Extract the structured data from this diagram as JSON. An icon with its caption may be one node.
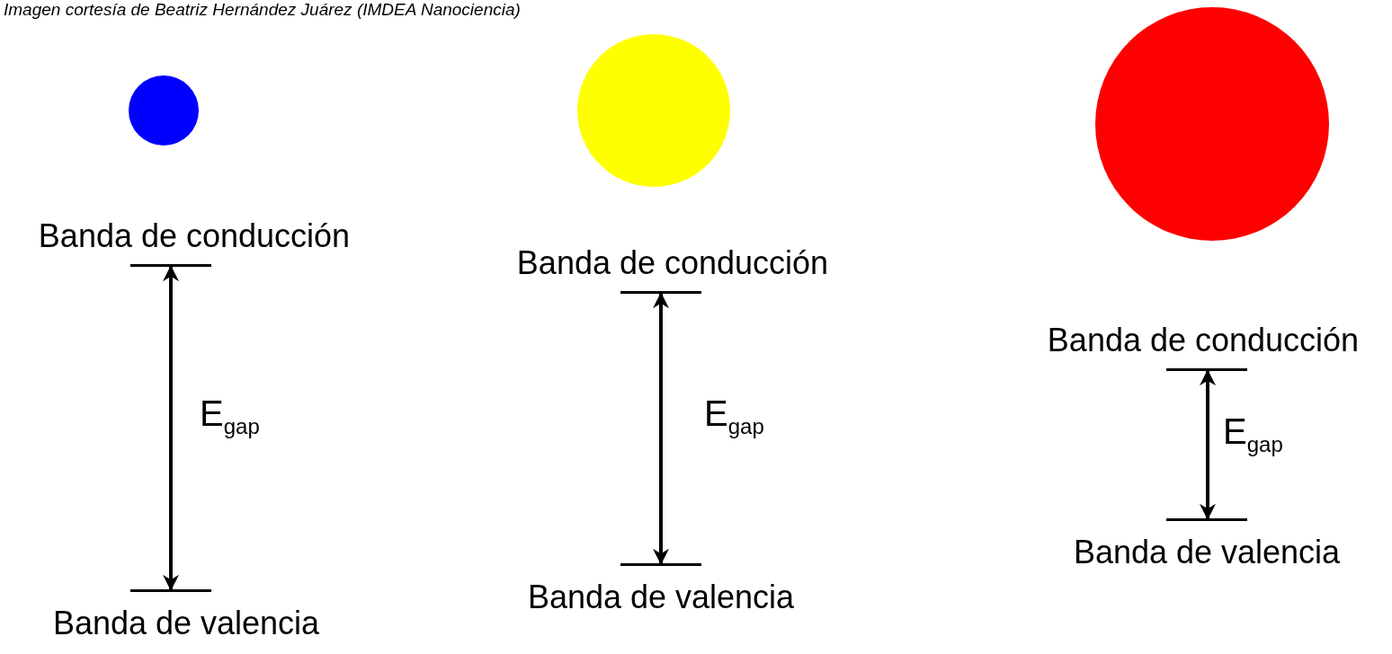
{
  "diagram": {
    "caption": "Imagen cortesía de Beatriz Hernández Juárez (IMDEA Nanociencia)",
    "nodes": [
      {
        "text": [],
        "shape": "circle"
      },
      {
        "text": [],
        "shape": "bar",
        "beside": [
          "Banda de conducción"
        ]
      },
      {
        "text": [],
        "shape": "bar",
        "beside": [
          "Banda de valencia"
        ]
      },
      {
        "text": [],
        "shape": "circle"
      },
      {
        "text": [],
        "shape": "bar",
        "beside": [
          "Banda de conducción"
        ]
      },
      {
        "text": [],
        "shape": "bar",
        "beside": [
          "Banda de valencia"
        ]
      },
      {
        "text": [],
        "shape": "circle"
      },
      {
        "text": [],
        "shape": "bar",
        "beside": [
          "Banda de conducción"
        ]
      },
      {
        "text": [],
        "shape": "bar",
        "beside": [
          "Banda de valencia"
        ]
      }
    ],
    "edges": [
      {
        "from": 1,
        "to": 2,
        "arrow": "both",
        "label": "E$_{gap}$"
      },
      {
        "from": 4,
        "to": 5,
        "arrow": "both",
        "label": "E$_{gap}$"
      },
      {
        "from": 7,
        "to": 8,
        "arrow": "both",
        "label": "E$_{gap}$"
      }
    ]
  }
}
